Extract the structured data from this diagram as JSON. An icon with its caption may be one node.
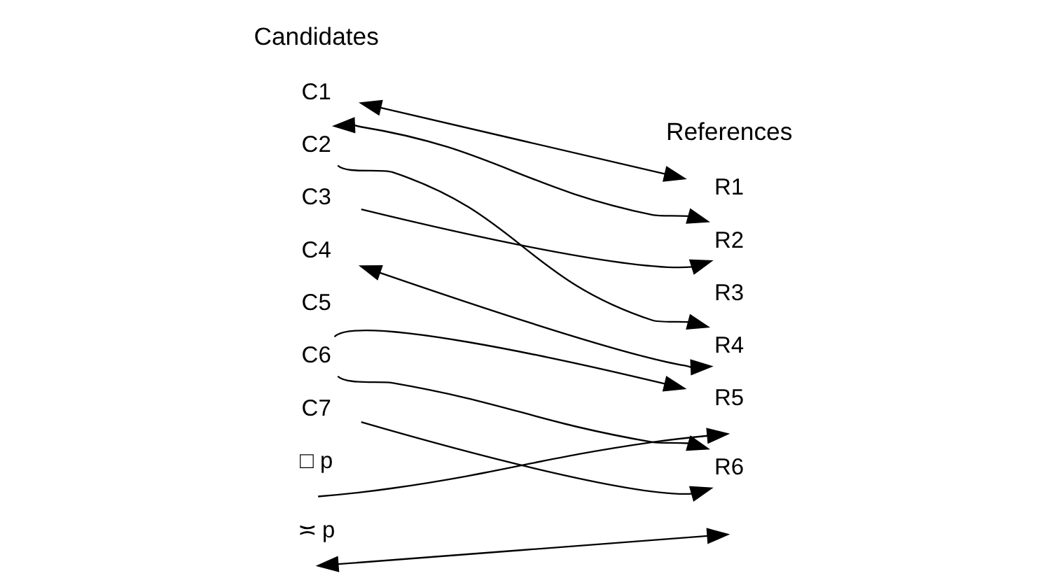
{
  "diagram": {
    "nodes": [
      {
        "text": [
          "C1"
        ]
      },
      {
        "text": [
          "C2"
        ]
      },
      {
        "text": [
          "C3"
        ]
      },
      {
        "text": [
          "C4"
        ]
      },
      {
        "text": [
          "C5"
        ]
      },
      {
        "text": [
          "C6"
        ]
      },
      {
        "text": [
          "C7"
        ]
      },
      {
        "text": [
          "R1"
        ]
      },
      {
        "text": [
          "R2"
        ]
      },
      {
        "text": [
          "R3"
        ]
      },
      {
        "text": [
          "R4"
        ]
      },
      {
        "text": [
          "R5"
        ]
      },
      {
        "text": [
          "R6"
        ]
      }
    ],
    "edges": [
      {
        "from": 0,
        "to": 7,
        "arrow": "both"
      },
      {
        "from": 1,
        "to": 8,
        "arrow": "both"
      },
      {
        "from": 1,
        "to": 10,
        "arrow": "to"
      },
      {
        "from": 2,
        "to": 8,
        "arrow": "to"
      },
      {
        "from": 3,
        "to": 10,
        "arrow": "both"
      },
      {
        "from": 5,
        "to": 11,
        "arrow": "to"
      },
      {
        "from": 5,
        "to": 12,
        "arrow": "to"
      },
      {
        "from": 6,
        "to": 12,
        "arrow": "to"
      }
    ],
    "labels": [
      "Candidates",
      "References"
    ],
    "legend": [
      {
        "text": "□ p"
      },
      {
        "text": "≍ p"
      }
    ]
  }
}
